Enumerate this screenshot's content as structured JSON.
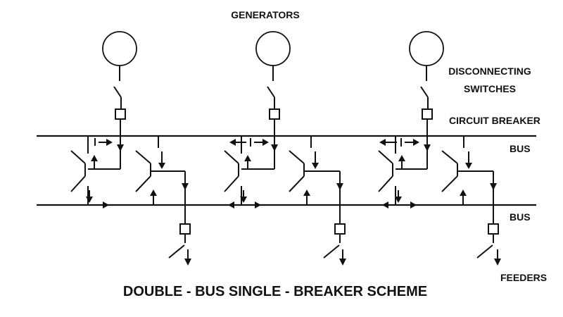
{
  "labels": {
    "generators": "GENERATORS",
    "disconnecting_switches_line1": "DISCONNECTING",
    "disconnecting_switches_line2": "SWITCHES",
    "circuit_breaker": "CIRCUIT BREAKER",
    "bus_top": "BUS",
    "bus_bottom": "BUS",
    "feeders": "FEEDERS",
    "title": "DOUBLE - BUS   SINGLE - BREAKER SCHEME"
  },
  "components": {
    "generators": 3,
    "feeders": 3,
    "buses": 2,
    "bus_disconnect_switches": 6
  },
  "colors": {
    "line": "#111111",
    "background": "#ffffff"
  }
}
